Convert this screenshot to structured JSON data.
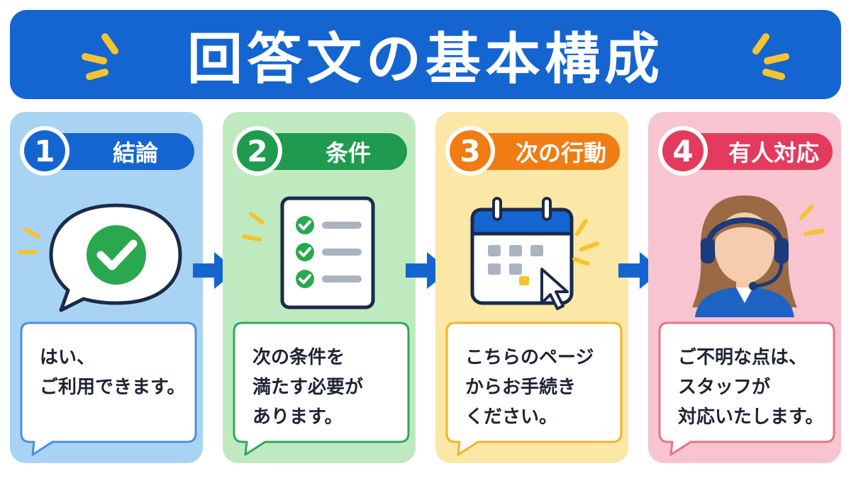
{
  "title": "回答文の基本構成",
  "steps": [
    {
      "number": "1",
      "label": "結論",
      "text": "はい、\nご利用できます。",
      "icon": "checkmark-speech-bubble-icon",
      "color": "#1565d0",
      "panel_bg": "#a9d3f3",
      "bubble_border": "#4a90e2"
    },
    {
      "number": "2",
      "label": "条件",
      "text": "次の条件を\n満たす必要が\nあります。",
      "icon": "checklist-icon",
      "color": "#1e9b4e",
      "panel_bg": "#bfeac0",
      "bubble_border": "#2eaa5c"
    },
    {
      "number": "3",
      "label": "次の行動",
      "text": "こちらのページ\nからお手続き\nください。",
      "icon": "calendar-click-icon",
      "color": "#f07c13",
      "panel_bg": "#fbe7a6",
      "bubble_border": "#f0b429"
    },
    {
      "number": "4",
      "label": "有人対応",
      "text": "ご不明な点は、\nスタッフが\n対応いたします。",
      "icon": "support-staff-headset-icon",
      "color": "#e23b5e",
      "panel_bg": "#f8c4cf",
      "bubble_border": "#e8738c"
    }
  ],
  "colors": {
    "banner": "#1565d0",
    "arrow": "#1565d0",
    "spark": "#f4c430"
  }
}
